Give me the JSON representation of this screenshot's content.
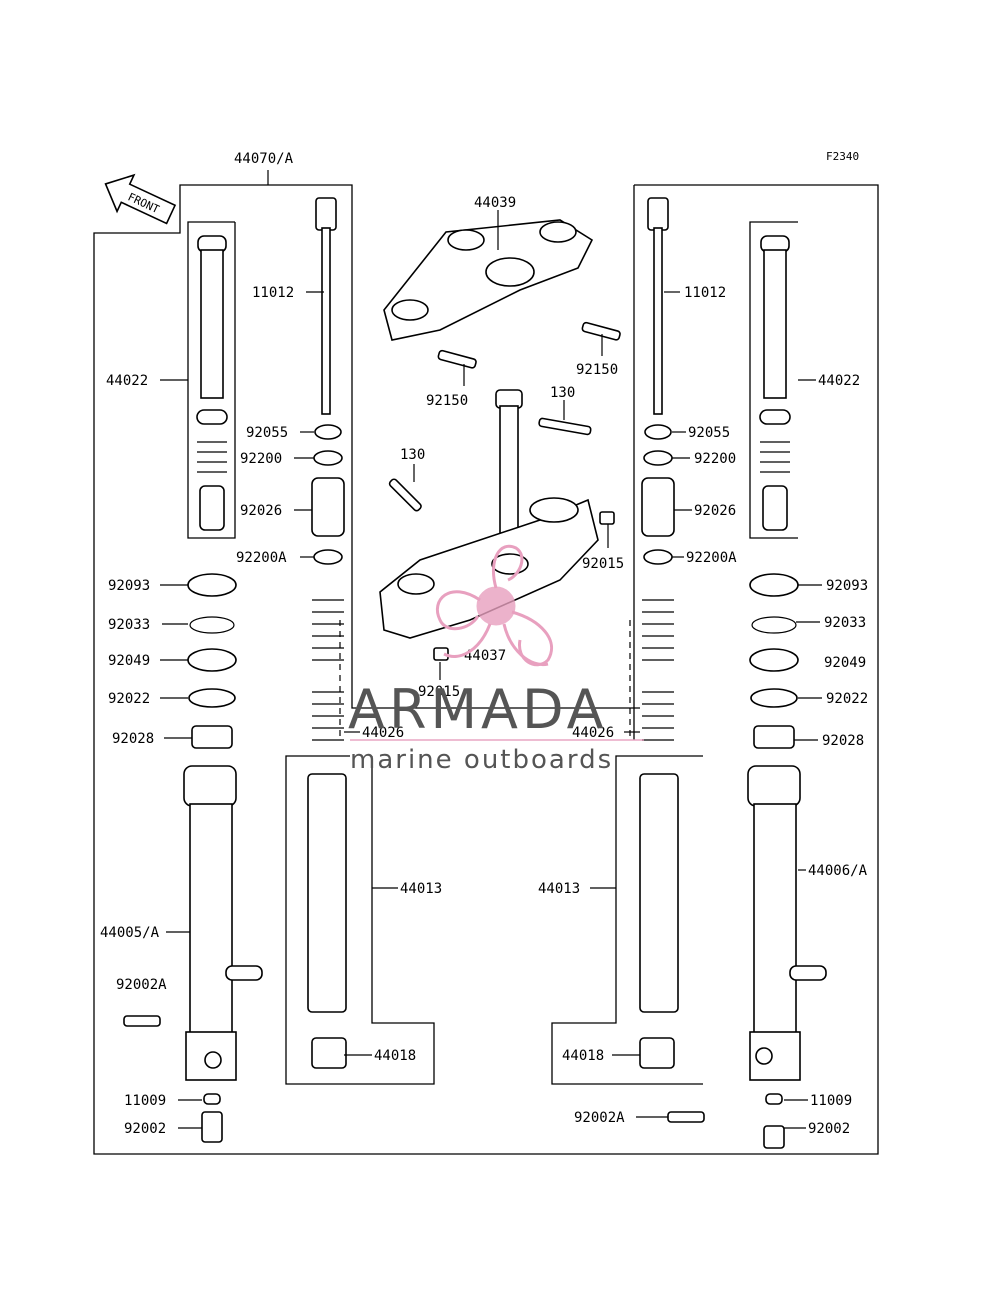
{
  "diagram_code": "F2340",
  "front_arrow": "FRONT",
  "watermark": {
    "brand": "ARMADA",
    "tagline": "marine outboards",
    "logo_color": "#e8a0bf"
  },
  "labels": {
    "p44070A": "44070/A",
    "p44039": "44039",
    "p11012_left": "11012",
    "p11012_right": "11012",
    "p44022_left": "44022",
    "p44022_right": "44022",
    "p92150_a": "92150",
    "p92150_b": "92150",
    "p130_a": "130",
    "p130_b": "130",
    "p92055_left": "92055",
    "p92055_right": "92055",
    "p92200_left": "92200",
    "p92200_right": "92200",
    "p92026_left": "92026",
    "p92026_right": "92026",
    "p92015_a": "92015",
    "p92015_b": "92015",
    "p92200A_left": "92200A",
    "p92200A_right": "92200A",
    "p92093_left": "92093",
    "p92093_right": "92093",
    "p92033_left": "92033",
    "p92033_right": "92033",
    "p92049_left": "92049",
    "p92049_right": "92049",
    "p44037": "44037",
    "p92022_left": "92022",
    "p92022_right": "92022",
    "p92028_left": "92028",
    "p92028_right": "92028",
    "p44026_left": "44026",
    "p44026_right": "44026",
    "p44013_left": "44013",
    "p44013_right": "44013",
    "p44006A": "44006/A",
    "p44005A": "44005/A",
    "p92002A_left": "92002A",
    "p92002A_right": "92002A",
    "p44018_left": "44018",
    "p44018_right": "44018",
    "p11009_left": "11009",
    "p11009_right": "11009",
    "p92002_left": "92002",
    "p92002_right": "92002"
  }
}
